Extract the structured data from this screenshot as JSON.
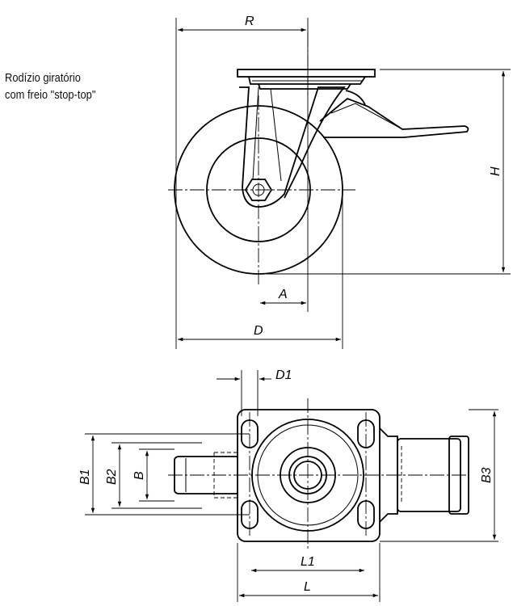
{
  "caption": {
    "line1": "Rodízio giratório",
    "line2": "com freio \"stop-top\""
  },
  "dimension_labels": {
    "R": "R",
    "H": "H",
    "A": "A",
    "D": "D",
    "D1": "D1",
    "B1": "B1",
    "B2": "B2",
    "B": "B",
    "B3": "B3",
    "L1": "L1",
    "L": "L"
  }
}
